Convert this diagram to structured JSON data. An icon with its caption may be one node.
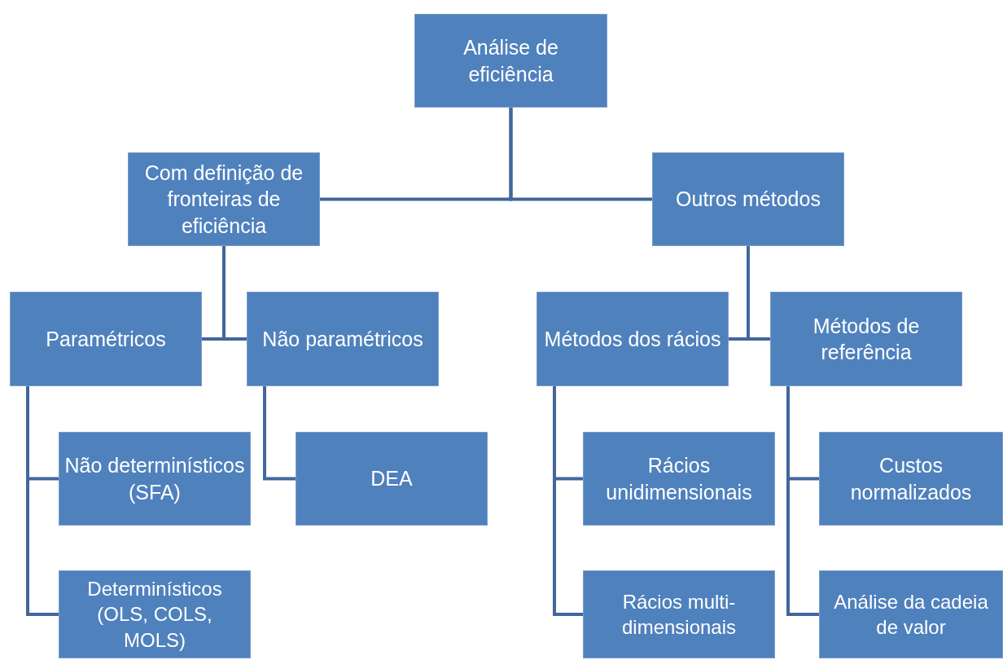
{
  "diagram": {
    "nodes": [
      {
        "text": [
          "Análise de eficiência"
        ]
      },
      {
        "text": [
          "Com definição de fronteiras de eficiência"
        ]
      },
      {
        "text": [
          "Outros métodos"
        ]
      },
      {
        "text": [
          "Paramétricos"
        ]
      },
      {
        "text": [
          "Não paramétricos"
        ]
      },
      {
        "text": [
          "Não determinísticos (SFA)"
        ]
      },
      {
        "text": [
          "Determinísticos (OLS, COLS, MOLS)"
        ]
      },
      {
        "text": [
          "DEA"
        ]
      },
      {
        "text": [
          "Métodos dos rácios"
        ]
      },
      {
        "text": [
          "Métodos de referência"
        ]
      },
      {
        "text": [
          "Rácios unidimensionais"
        ]
      },
      {
        "text": [
          "Rácios multi- dimensionais"
        ]
      },
      {
        "text": [
          "Custos normalizados"
        ]
      },
      {
        "text": [
          "Análise da cadeia de valor"
        ]
      }
    ],
    "edges": [
      {
        "from": 0,
        "to": 1,
        "arrow": "none"
      },
      {
        "from": 0,
        "to": 2,
        "arrow": "none"
      },
      {
        "from": 1,
        "to": 3,
        "arrow": "none"
      },
      {
        "from": 1,
        "to": 4,
        "arrow": "none"
      },
      {
        "from": 2,
        "to": 8,
        "arrow": "none"
      },
      {
        "from": 2,
        "to": 9,
        "arrow": "none"
      },
      {
        "from": 3,
        "to": 5,
        "arrow": "none"
      },
      {
        "from": 3,
        "to": 6,
        "arrow": "none"
      },
      {
        "from": 4,
        "to": 7,
        "arrow": "none"
      },
      {
        "from": 8,
        "to": 10,
        "arrow": "none"
      },
      {
        "from": 8,
        "to": 11,
        "arrow": "none"
      },
      {
        "from": 9,
        "to": 12,
        "arrow": "none"
      },
      {
        "from": 9,
        "to": 13,
        "arrow": "none"
      }
    ]
  }
}
